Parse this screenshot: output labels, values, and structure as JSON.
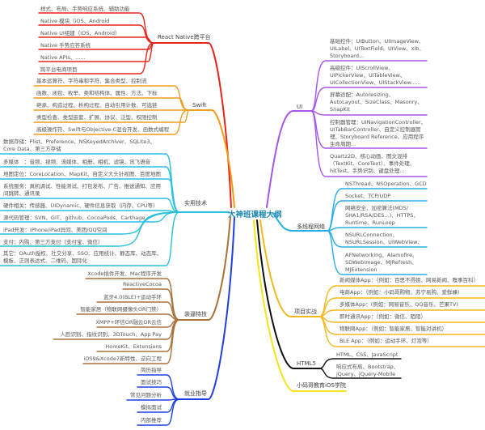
{
  "title": "大神班课程大纲",
  "branches": [
    {
      "label": "React Native跨平台",
      "color": "#e8251b",
      "leaves": [
        [
          "样式、布局、手势响应系统、辅助功能"
        ],
        [
          "Native 模块（iOS、Android"
        ],
        [
          "Native UI组建（iOS、Android）"
        ],
        [
          "Native 手势应答系统"
        ],
        [
          "Native APIs、......"
        ],
        [
          "跨平台电商项目"
        ]
      ]
    },
    {
      "label": "Swift",
      "color": "#f39c1b",
      "leaves": [
        [
          "基本运算符、字符串和字符、集合类型、控制流"
        ],
        [
          "函数、闭包、枚举、类和结构体、属性、方法、下标"
        ],
        [
          "继承、构造过程、析构过程、自动引用计数、可选链"
        ],
        [
          "类型检查、类型嵌套、扩展、协议、泛型、权限控制"
        ],
        [
          "高级操作符、Swift与Objective-C混合开发、函数式编程"
        ]
      ]
    },
    {
      "label": "实用技术",
      "color": "#27c0df",
      "leaves": [
        [
          "数据存储：Plist、Preference、NSKeyedArchiver、SQLite3、",
          "Core Data、第三方存储"
        ],
        [
          "多媒体　：音频、视频、流媒体、相册、相机、滤镜、讯飞语音"
        ],
        [
          "地图定位：CoreLocation、MapKit、自定义大头针视图、百度地图"
        ],
        [
          "系统服务：真机调试、性能测试、打包发布、广告、推送通知、应用",
          "间跳转、通讯录"
        ],
        [
          "硬件相关：传感器、UIDynamic、硬件信息获取（内存、CPU等）"
        ],
        [
          "源代码管理：SVN、GIT、github、CocoaPods、Carthage"
        ],
        [
          "iPad开发：iPhone/iPad异同、美团/QQ空间"
        ],
        [
          "支付：内购、第三方支付（支付宝、微信）"
        ],
        [
          "其它：OAuth授权、社交分享、SSO、应用统计、静态库、动态库、",
          "模板、正则表达式、二维码、国际化"
        ]
      ]
    },
    {
      "label": "装逼特技",
      "color": "#a8733a",
      "leaves": [
        [
          "Xcode插件开发、Mac程序开发"
        ],
        [
          "ReactiveCocoa"
        ],
        [
          "蓝牙4.0(BLE)+运动手环"
        ],
        [
          "智能家居（物联网摄像头OR门禁）"
        ],
        [
          "XMPP+环信OR融云OR云信"
        ],
        [
          "人脸识别、指纹识别、3DTouch、App Pay"
        ],
        [
          "HomeKit、Extensions"
        ],
        [
          "iOS9&Xcode7新特性、逆向工程"
        ]
      ]
    },
    {
      "label": "就业指导",
      "color": "#1f3fe0",
      "leaves": [
        [
          "简历指导"
        ],
        [
          "面试技巧"
        ],
        [
          "常见问题分析"
        ],
        [
          "模拟面试"
        ],
        [
          "内部推荐"
        ]
      ]
    },
    {
      "label": "UI",
      "color": "#a855e8",
      "leaves": [
        [
          "基础控件：UIButton、UIImageView、",
          "UILabel、UITextField、UIView、xib、",
          "Storyboard..."
        ],
        [
          "高级控件：UIScrollView、",
          "UIPickerView、UITableView、",
          "UICollectionView、UIStackView......"
        ],
        [
          "屏幕适配：Autoresizing、",
          "AutoLayout、SizeClass、Masonry、",
          "SnapKit"
        ],
        [
          "控制器管理：UINavigationController、",
          "UITabBarController、自定义控制器管",
          "理、Storyboard Reference、应用程序",
          "生命周期..."
        ],
        [
          "Quartz2D、核心动画、图文混排",
          "（TextKit、CoreText）、事件处理、",
          "hitTest、手势识别、键盘处理..."
        ]
      ]
    },
    {
      "label": "多线程网络",
      "color": "#29aee8",
      "leaves": [
        [
          "NSThread、NSOperation、GCD"
        ],
        [
          "Socket、TCP/UDP"
        ],
        [
          "网络安全、加密算法(MD5/",
          "SHA1/RSA/DES...)、HTTPS、",
          "Runtime、RunLoop"
        ],
        [
          "NSURLConnection、",
          "NSURLSession、UIWebView、"
        ],
        [
          "AFNetworking、Alamofire、",
          "SDWebImage、MJRefresh、",
          "MJExtension"
        ]
      ]
    },
    {
      "label": "项目实战",
      "color": "#f5b81c",
      "leaves": [
        [
          "新闻媒体App：（例如：百思不得姐、网易新闻、糗事百科）"
        ],
        [
          "电商App：（例如：小码哥购物、苏宁易购、爱鲜蜂）"
        ],
        [
          "多媒体App：(例如：网易音乐、QQ音乐、芒果TV)"
        ],
        [
          "即时通讯App：（例如：微信、陌陌）"
        ],
        [
          "物联网App：（例如：智能家居、智能对讲机）"
        ],
        [
          "BLE App：（例如：运动手环、灯泡等）"
        ]
      ]
    },
    {
      "label": "HTML5",
      "color": "#111111",
      "leaves": [
        [
          "HTML、CSS、JavaScript"
        ],
        [
          "响应式布局、Bootstrap、",
          "jQuery、jQuery-Mobile"
        ]
      ]
    },
    {
      "label": "小码哥教育iOS学院",
      "color": "#f3e51a",
      "leaves": []
    }
  ]
}
